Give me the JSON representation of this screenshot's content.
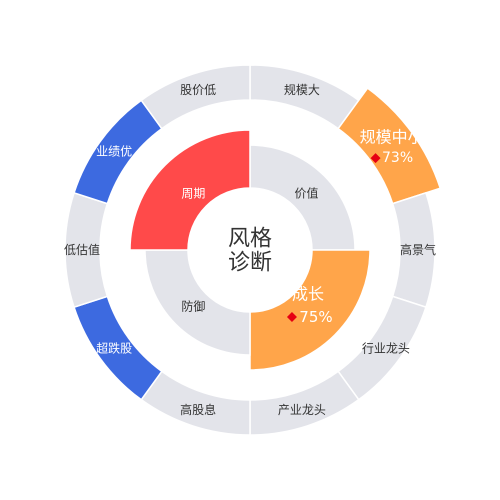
{
  "chart_data": {
    "type": "sunburst",
    "center": {
      "line1": "风格",
      "line2": "诊断"
    },
    "inner_ring": [
      {
        "label": "价值",
        "color": "#e3e4ea",
        "highlight": false
      },
      {
        "label": "成长",
        "color": "#ffa54a",
        "highlight": true,
        "value": "75%"
      },
      {
        "label": "防御",
        "color": "#e3e4ea",
        "highlight": false
      },
      {
        "label": "周期",
        "color": "#ff4a4a",
        "highlight": true
      }
    ],
    "outer_ring": [
      {
        "label": "规模大",
        "color": "#e3e4ea",
        "highlight": false
      },
      {
        "label": "规模中小",
        "color": "#ffa54a",
        "highlight": true,
        "value": "73%"
      },
      {
        "label": "高景气",
        "color": "#e3e4ea",
        "highlight": false
      },
      {
        "label": "行业龙头",
        "color": "#e3e4ea",
        "highlight": false
      },
      {
        "label": "产业龙头",
        "color": "#e3e4ea",
        "highlight": false
      },
      {
        "label": "高股息",
        "color": "#e3e4ea",
        "highlight": false
      },
      {
        "label": "超跌股",
        "color": "#3d6ae0",
        "highlight": true
      },
      {
        "label": "低估值",
        "color": "#e3e4ea",
        "highlight": false
      },
      {
        "label": "业绩优",
        "color": "#3d6ae0",
        "highlight": true
      },
      {
        "label": "股价低",
        "color": "#e3e4ea",
        "highlight": false
      }
    ],
    "marker_color": "#e60012"
  }
}
